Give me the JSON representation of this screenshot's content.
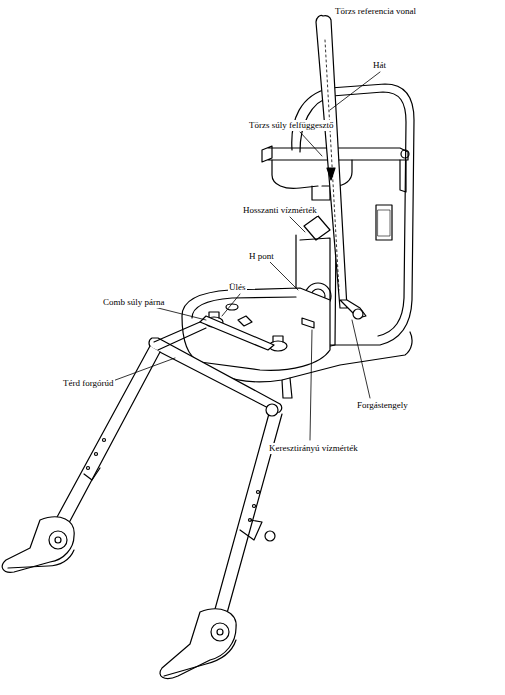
{
  "diagram": {
    "labels": [
      "Törzs referencia vonal",
      "Hát",
      "Törzs súly felfüggesztő",
      "Hosszanti vízmérték",
      "H pont",
      "Ülés",
      "Comb súly párna",
      "Térd forgórúd",
      "Forgástengely",
      "Keresztirányú vízmérték"
    ]
  }
}
